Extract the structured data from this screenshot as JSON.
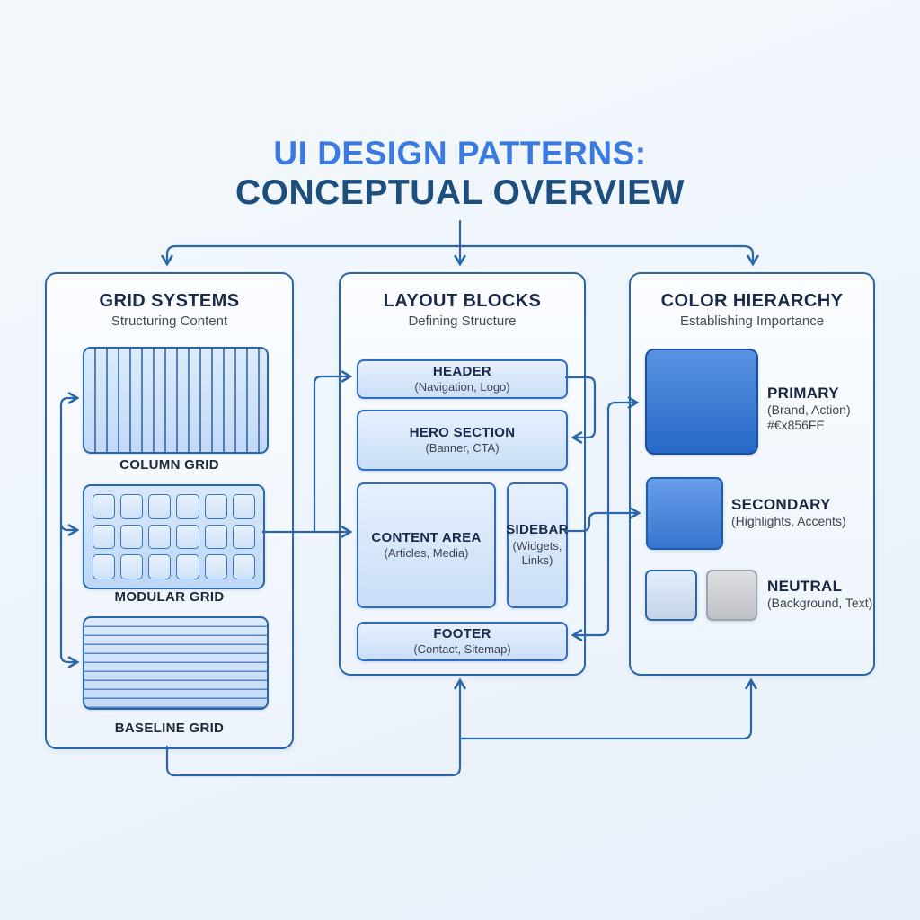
{
  "title": {
    "line1": "UI DESIGN PATTERNS:",
    "line2": "CONCEPTUAL OVERVIEW"
  },
  "grid_systems": {
    "title": "GRID SYSTEMS",
    "subtitle": "Structuring Content",
    "column_grid_label": "COLUMN GRID",
    "modular_grid_label": "MODULAR GRID",
    "baseline_grid_label": "BASELINE GRID"
  },
  "layout_blocks": {
    "title": "LAYOUT BLOCKS",
    "subtitle": "Defining Structure",
    "header": {
      "label": "HEADER",
      "detail": "(Navigation, Logo)"
    },
    "hero": {
      "label": "HERO SECTION",
      "detail": "(Banner, CTA)"
    },
    "content": {
      "label": "CONTENT AREA",
      "detail": "(Articles, Media)"
    },
    "sidebar": {
      "label": "SIDEBAR",
      "detail": "(Widgets, Links)"
    },
    "footer": {
      "label": "FOOTER",
      "detail": "(Contact, Sitemap)"
    }
  },
  "color_hierarchy": {
    "title": "COLOR HIERARCHY",
    "subtitle": "Establishing Importance",
    "primary": {
      "label": "PRIMARY",
      "detail": "(Brand, Action)",
      "hex_label": "#€x856FE",
      "swatch_color": "#2a74da"
    },
    "secondary": {
      "label": "SECONDARY",
      "detail": "(Highlights, Accents)",
      "swatch_color": "#3d82e2"
    },
    "neutral": {
      "label": "NEUTRAL",
      "detail": "(Background, Text)",
      "swatch_light_color": "#d9eafc",
      "swatch_gray_color": "#d4d6da"
    }
  },
  "colors": {
    "connector": "#2a66a8",
    "title_accent": "#3b7ae0",
    "title_dark": "#1d4e80",
    "background": "#edf4fb"
  }
}
